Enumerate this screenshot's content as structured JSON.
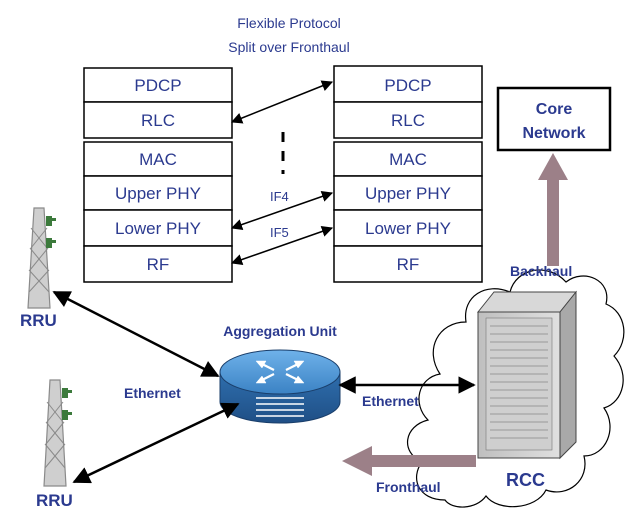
{
  "title": {
    "line1": "Flexible Protocol",
    "line2": "Split over Fronthaul"
  },
  "left_stack": [
    "PDCP",
    "RLC",
    "MAC",
    "Upper PHY",
    "Lower PHY",
    "RF"
  ],
  "right_stack": [
    "PDCP",
    "RLC",
    "MAC",
    "Upper PHY",
    "Lower PHY",
    "RF"
  ],
  "split_labels": {
    "if4": "IF4",
    "if5": "IF5"
  },
  "core_network": {
    "line1": "Core",
    "line2": "Network"
  },
  "labels": {
    "backhaul": "Backhaul",
    "aggregation_unit": "Aggregation Unit",
    "rru_top": "RRU",
    "rru_bottom": "RRU",
    "ethernet_left": "Ethernet",
    "ethernet_right": "Ethernet",
    "rcc": "RCC",
    "fronthaul": "Fronthaul"
  },
  "colors": {
    "text_blue": "#2b3a8f",
    "thick_arrow": "#9c8088",
    "router_blue": "#3b82c4",
    "tower": "#8a8a8a",
    "tower_green": "#3c7a3c"
  }
}
